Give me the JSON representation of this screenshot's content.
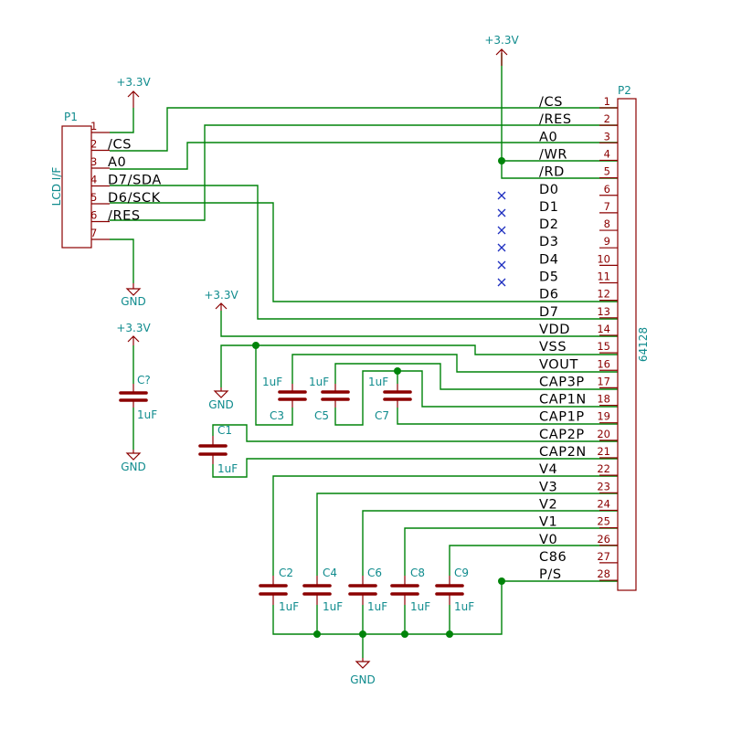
{
  "connector_p1": {
    "ref": "P1",
    "value": "LCD I/F",
    "pins": [
      {
        "num": "1",
        "name": ""
      },
      {
        "num": "2",
        "name": "/CS"
      },
      {
        "num": "3",
        "name": "A0"
      },
      {
        "num": "4",
        "name": "D7/SDA"
      },
      {
        "num": "5",
        "name": "D6/SCK"
      },
      {
        "num": "6",
        "name": "/RES"
      },
      {
        "num": "7",
        "name": ""
      }
    ]
  },
  "connector_p2": {
    "ref": "P2",
    "value": "64128",
    "pins": [
      {
        "num": "1",
        "name": "/CS"
      },
      {
        "num": "2",
        "name": "/RES"
      },
      {
        "num": "3",
        "name": "A0"
      },
      {
        "num": "4",
        "name": "/WR"
      },
      {
        "num": "5",
        "name": "/RD"
      },
      {
        "num": "6",
        "name": "D0"
      },
      {
        "num": "7",
        "name": "D1"
      },
      {
        "num": "8",
        "name": "D2"
      },
      {
        "num": "9",
        "name": "D3"
      },
      {
        "num": "10",
        "name": "D4"
      },
      {
        "num": "11",
        "name": "D5"
      },
      {
        "num": "12",
        "name": "D6"
      },
      {
        "num": "13",
        "name": "D7"
      },
      {
        "num": "14",
        "name": "VDD"
      },
      {
        "num": "15",
        "name": "VSS"
      },
      {
        "num": "16",
        "name": "VOUT"
      },
      {
        "num": "17",
        "name": "CAP3P"
      },
      {
        "num": "18",
        "name": "CAP1N"
      },
      {
        "num": "19",
        "name": "CAP1P"
      },
      {
        "num": "20",
        "name": "CAP2P"
      },
      {
        "num": "21",
        "name": "CAP2N"
      },
      {
        "num": "22",
        "name": "V4"
      },
      {
        "num": "23",
        "name": "V3"
      },
      {
        "num": "24",
        "name": "V2"
      },
      {
        "num": "25",
        "name": "V1"
      },
      {
        "num": "26",
        "name": "V0"
      },
      {
        "num": "27",
        "name": "C86"
      },
      {
        "num": "28",
        "name": "P/S"
      }
    ]
  },
  "power": {
    "v33": "+3.3V",
    "gnd": "GND"
  },
  "capacitors": {
    "c_unannotated": {
      "ref": "C?",
      "value": "1uF"
    },
    "c1": {
      "ref": "C1",
      "value": "1uF"
    },
    "c2": {
      "ref": "C2",
      "value": "1uF"
    },
    "c3": {
      "ref": "C3",
      "value": "1uF"
    },
    "c4": {
      "ref": "C4",
      "value": "1uF"
    },
    "c5": {
      "ref": "C5",
      "value": "1uF"
    },
    "c6": {
      "ref": "C6",
      "value": "1uF"
    },
    "c7": {
      "ref": "C7",
      "value": "1uF"
    },
    "c8": {
      "ref": "C8",
      "value": "1uF"
    },
    "c9": {
      "ref": "C9",
      "value": "1uF"
    }
  },
  "colors": {
    "wire": "#00840a",
    "component": "#8b0000",
    "reference_text": "#0f8b8d",
    "no_connect": "#1c2dbf",
    "pin_name_text": "#000000"
  }
}
